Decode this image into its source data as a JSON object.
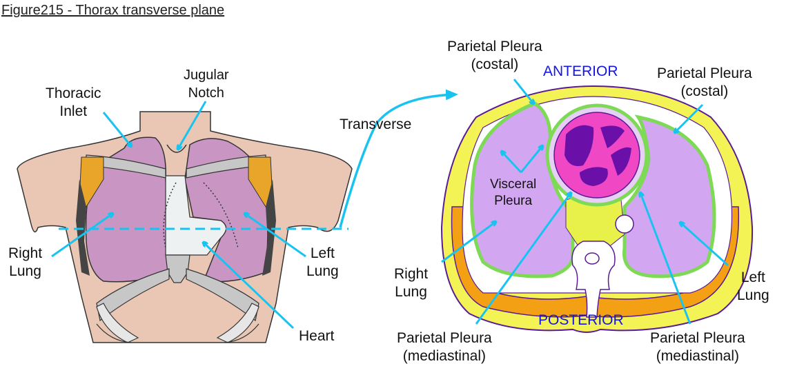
{
  "title": "Figure215 - Thorax transverse plane",
  "colors": {
    "arrow": "#19c3f0",
    "orientation_text": "#1515e0",
    "skin": "#e9c7b4",
    "lung_anterior": "#c996c4",
    "lung_section": "#d3a6f2",
    "pleura": "#7ed957",
    "heart_wall": "#f048c4",
    "heart_chambers": "#6a0fa8",
    "fat": "#f4f356",
    "muscle": "#f3a015",
    "outline": "#5a1a96"
  },
  "left_figure": {
    "view": "anterior chest",
    "labels": {
      "thoracic_inlet": [
        "Thoracic",
        "Inlet"
      ],
      "jugular_notch": [
        "Jugular",
        "Notch"
      ],
      "right_lung": [
        "Right",
        "Lung"
      ],
      "left_lung": [
        "Left",
        "Lung"
      ],
      "heart": "Heart"
    },
    "plane_line": "dashed transverse cut line"
  },
  "connector": {
    "label": "Transverse"
  },
  "right_figure": {
    "view": "transverse section",
    "orientation": {
      "top": "ANTERIOR",
      "bottom": "POSTERIOR"
    },
    "labels": {
      "parietal_costal_left": [
        "Parietal Pleura",
        "(costal)"
      ],
      "parietal_costal_right": [
        "Parietal Pleura",
        "(costal)"
      ],
      "visceral": [
        "Visceral",
        "Pleura"
      ],
      "right_lung": [
        "Right",
        "Lung"
      ],
      "left_lung": [
        "Left",
        "Lung"
      ],
      "parietal_mediastinal_left": [
        "Parietal Pleura",
        "(mediastinal)"
      ],
      "parietal_mediastinal_right": [
        "Parietal Pleura",
        "(mediastinal)"
      ]
    }
  }
}
